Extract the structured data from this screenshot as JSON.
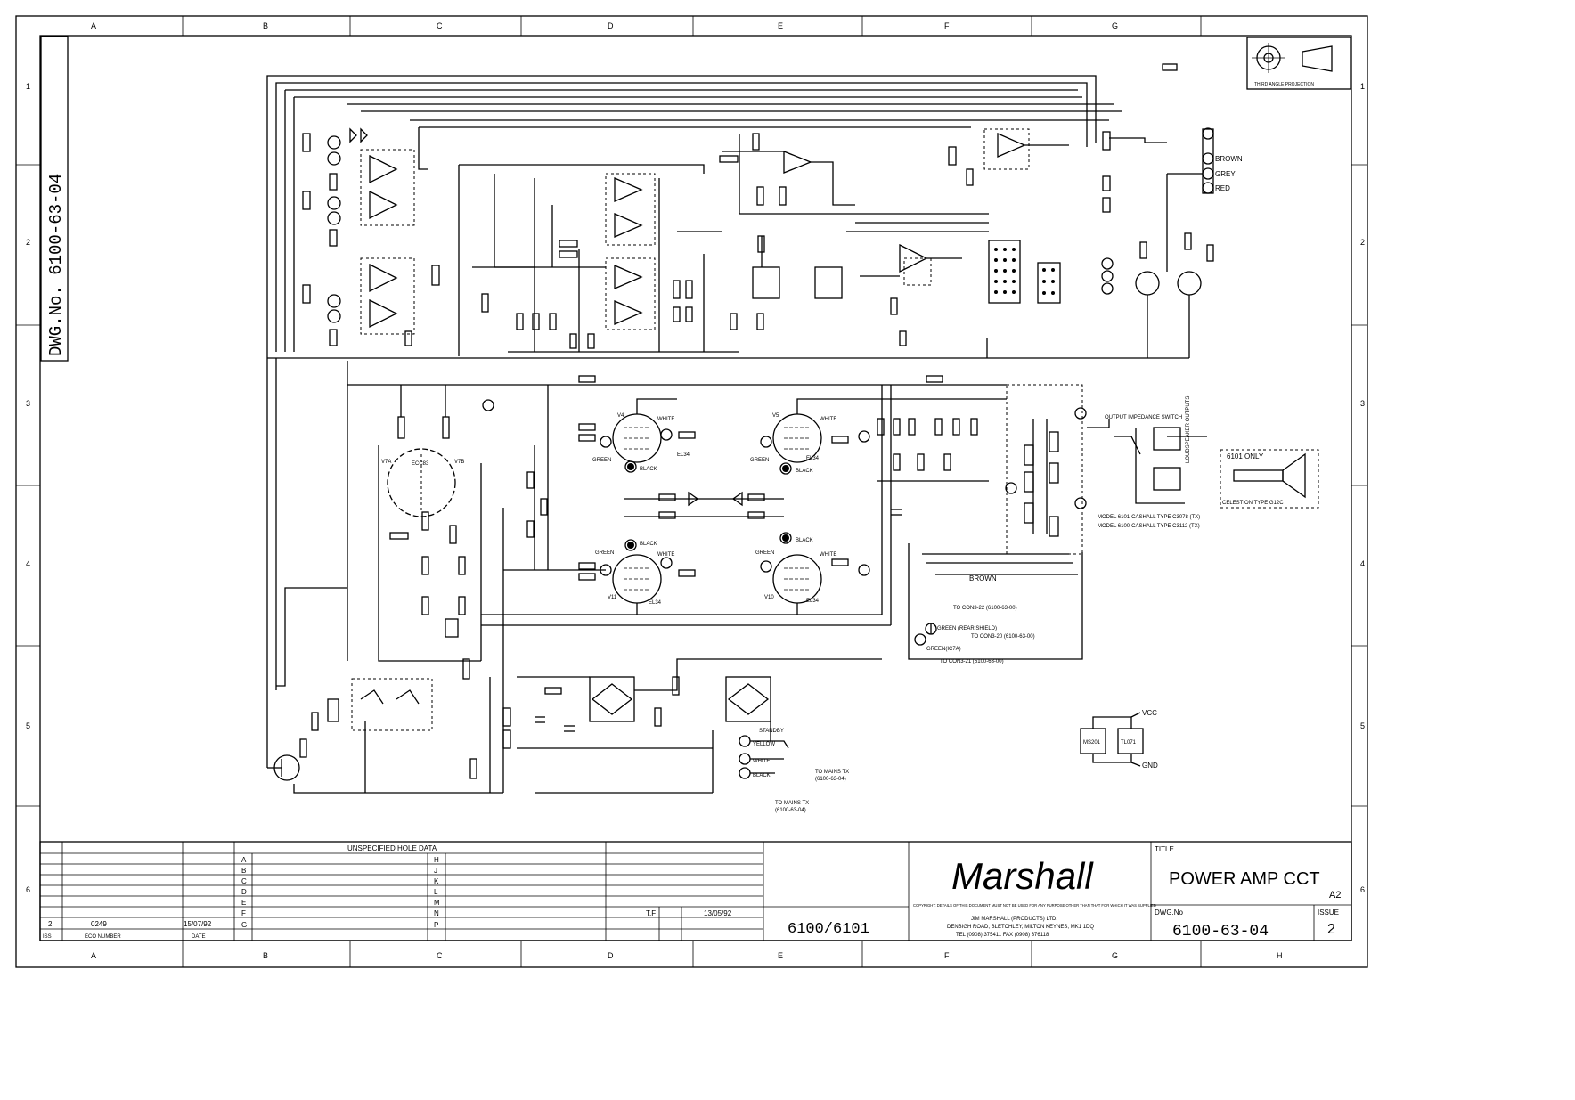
{
  "drawing": {
    "side_label": "DWG.No. 6100-63-04",
    "col_letters_top": [
      "A",
      "B",
      "C",
      "D",
      "E",
      "F",
      "G"
    ],
    "col_letters_bottom": [
      "A",
      "B",
      "C",
      "D",
      "E",
      "F",
      "G",
      "H"
    ],
    "row_numbers": [
      "1",
      "2",
      "3",
      "4",
      "5",
      "6"
    ],
    "projection_label": "THIRD ANGLE PROJECTION"
  },
  "schematic": {
    "wire_colours": {
      "brown": "BROWN",
      "grey": "GREY",
      "red": "RED"
    },
    "tube_labels": {
      "v4": "V4",
      "v5": "V5",
      "v7a": "V7A",
      "v7b": "V7B",
      "v11": "V11",
      "v10": "V10"
    },
    "lead_labels": {
      "black": "BLACK",
      "white": "WHITE",
      "green": "GREEN",
      "yellow": "YELLOW"
    },
    "standby": "STANDBY",
    "to_mains_tx": "TO MAINS TX",
    "mains_ref": "(6100-63-04)",
    "output_impedance": "OUTPUT IMPEDANCE SWITCH",
    "loudspeaker": "LOUDSPEAKER OUTPUTS",
    "model_only": "6101 ONLY",
    "model_6101_note": "CELESTION TYPE G12C",
    "model_notes": [
      "MODEL 6101-CASHALL TYPE C3078 (TX)",
      "MODEL 6100-CASHALL TYPE C3112 (TX)"
    ],
    "to_con_notes": [
      "TO CON3-22 (6100-63-00)",
      "TO CON3-20 (6100-63-00)",
      "TO CON3-21 (6100-63-00)"
    ],
    "green_rear": "GREEN (REAR SHIELD)",
    "green_ic": "GREEN(IC7A)",
    "vcc": "VCC",
    "gnd": "GND",
    "ic_a": "MS201",
    "ic_b": "TL071",
    "valve_pair": "ECC83",
    "output_valve": "EL34"
  },
  "title_block": {
    "unspecified_hole_data": "UNSPECIFIED HOLE DATA",
    "hole_letters_left": [
      "A",
      "B",
      "C",
      "D",
      "E",
      "F",
      "G"
    ],
    "hole_letters_right": [
      "H",
      "J",
      "K",
      "L",
      "M",
      "N",
      "P"
    ],
    "issue_row": {
      "issue": "2",
      "eco": "0249",
      "date": "15/07/92"
    },
    "col_heads": {
      "iss": "ISS",
      "eco_number": "ECO NUMBER",
      "date": "DATE"
    },
    "drawn_by": "T.F",
    "drawn_date": "13/05/92",
    "model": "6100/6101",
    "logo": "Marshall",
    "copyright": "COPYRIGHT: DETAILS OF THIS DOCUMENT MUST NOT BE USED FOR ANY PURPOSE OTHER THAN THAT FOR WHICH IT WAS SUPPLIED",
    "company": "JIM MARSHALL (PRODUCTS) LTD.",
    "address": "DENBIGH ROAD, BLETCHLEY, MILTON KEYNES, MK1 1DQ",
    "tel": "TEL (0908) 375411 FAX (0908) 376118",
    "title_head": "TITLE",
    "title": "POWER AMP CCT",
    "size": "A2",
    "dwg_head": "DWG.No",
    "dwg_no": "6100-63-04",
    "issue_head": "ISSUE",
    "issue": "2"
  }
}
